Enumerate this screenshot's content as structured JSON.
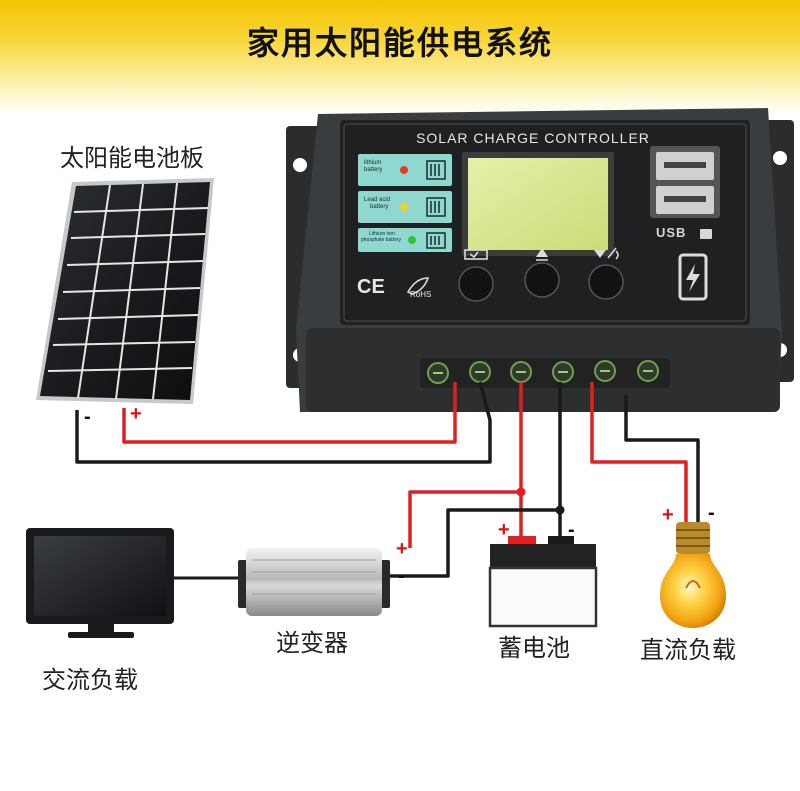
{
  "header": {
    "title": "家用太阳能供电系统"
  },
  "colors": {
    "header_yellow": "#f4c400",
    "wire_red": "#e02020",
    "wire_black": "#1a1a1a",
    "controller_body": "#2e3133"
  },
  "components": {
    "solar_panel": {
      "label": "太阳能电池板"
    },
    "controller": {
      "title": "SOLAR CHARGE CONTROLLER",
      "modes": [
        {
          "line1": "lithium",
          "line2": "battery",
          "led_color": "#e23b2e"
        },
        {
          "line1": "Lead acid",
          "line2": "battery",
          "led_color": "#f2d21a"
        },
        {
          "line1": "Lithium iron",
          "line2": "phosphate battery",
          "led_color": "#33c23d"
        }
      ],
      "ce_mark": "CE",
      "rohs_mark": "RoHS",
      "usb_label": "USB",
      "button_icons": [
        "menu-icon",
        "up-arrow-icon",
        "down-arrow-icon"
      ]
    },
    "inverter": {
      "label": "逆变器"
    },
    "battery": {
      "label": "蓄电池"
    },
    "dc_load": {
      "label": "直流负载"
    },
    "ac_load": {
      "label": "交流负载"
    }
  },
  "polarity": {
    "positive": "+",
    "negative": "-"
  }
}
